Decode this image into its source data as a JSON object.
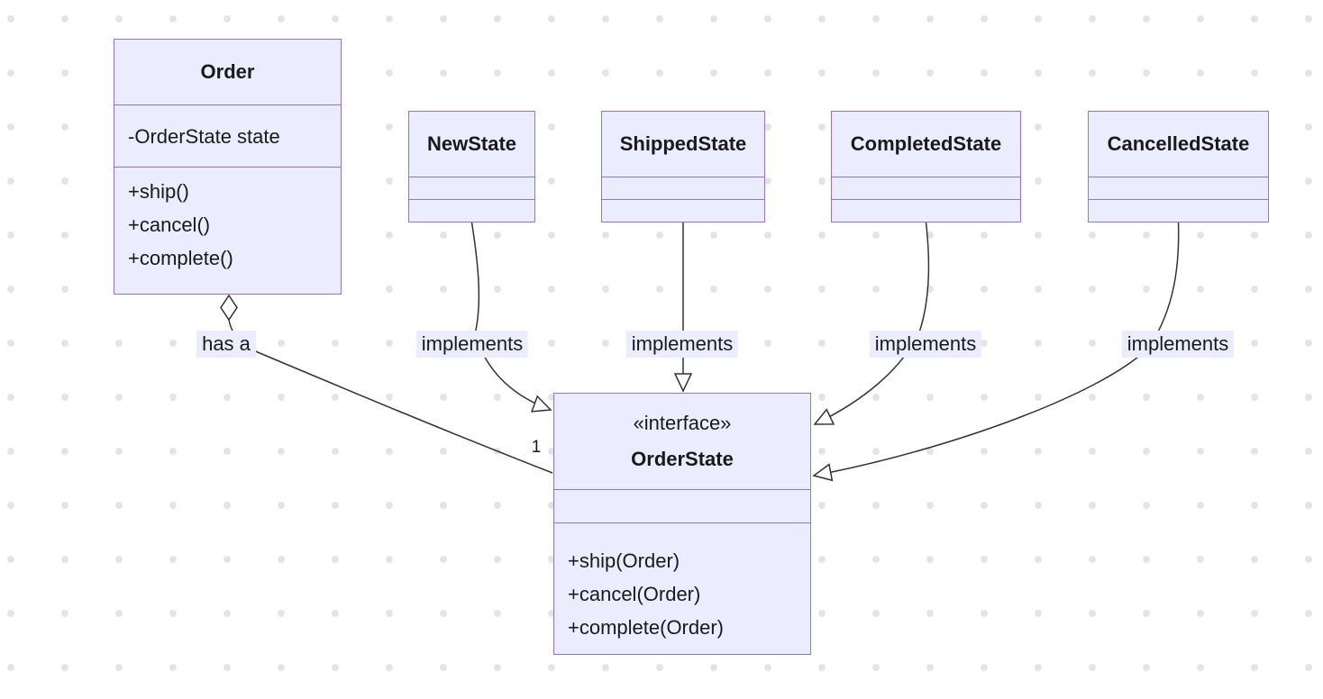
{
  "diagram": {
    "type": "uml_class_diagram",
    "classes": {
      "order": {
        "name": "Order",
        "attributes": [
          "-OrderState state"
        ],
        "methods": [
          "+ship()",
          "+cancel()",
          "+complete()"
        ]
      },
      "new_state": {
        "name": "NewState",
        "attributes": [],
        "methods": []
      },
      "shipped_state": {
        "name": "ShippedState",
        "attributes": [],
        "methods": []
      },
      "completed_state": {
        "name": "CompletedState",
        "attributes": [],
        "methods": []
      },
      "cancelled_state": {
        "name": "CancelledState",
        "attributes": [],
        "methods": []
      },
      "order_state": {
        "stereotype": "«interface»",
        "name": "OrderState",
        "attributes": [],
        "methods": [
          "+ship(Order)",
          "+cancel(Order)",
          "+complete(Order)"
        ]
      }
    },
    "relationships": {
      "order_to_orderstate": {
        "from": "Order",
        "to": "OrderState",
        "type": "aggregation",
        "label": "has a",
        "cardinality": "1"
      },
      "newstate_to_orderstate": {
        "from": "NewState",
        "to": "OrderState",
        "type": "realization",
        "label": "implements"
      },
      "shippedstate_to_orderstate": {
        "from": "ShippedState",
        "to": "OrderState",
        "type": "realization",
        "label": "implements"
      },
      "completedstate_to_orderstate": {
        "from": "CompletedState",
        "to": "OrderState",
        "type": "realization",
        "label": "implements"
      },
      "cancelledstate_to_orderstate": {
        "from": "CancelledState",
        "to": "OrderState",
        "type": "realization",
        "label": "implements"
      }
    },
    "colors": {
      "node_fill": "#ECECFF",
      "node_border": "#9370DB",
      "edge_stroke": "#333333",
      "label_background": "#ECECFF",
      "text": "#1a1a1a",
      "canvas_background": "#ffffff",
      "grid_dot": "#e4e4e4"
    }
  }
}
